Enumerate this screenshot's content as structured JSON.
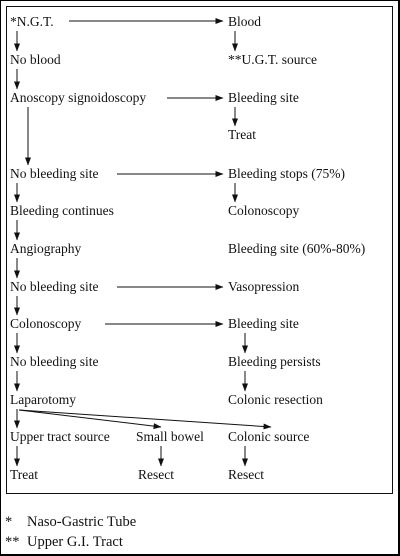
{
  "nodes": {
    "ngt": "*N.G.T.",
    "no_blood": "No blood",
    "anoscopy": "Anoscopy signoidoscopy",
    "no_bleeding_site_1": "No bleeding site",
    "bleeding_continues": "Bleeding continues",
    "angiography": "Angiography",
    "no_bleeding_site_2": "No bleeding site",
    "colonoscopy_left": "Colonoscopy",
    "no_bleeding_site_3": "No bleeding site",
    "laparotomy": "Laparotomy",
    "upper_tract_source": "Upper tract source",
    "treat_left": "Treat",
    "small_bowel": "Small bowel",
    "resect_middle": "Resect",
    "blood": "Blood",
    "ugt_source": "**U.G.T. source",
    "bleeding_site_1": "Bleeding site",
    "treat_right": "Treat",
    "bleeding_stops": "Bleeding stops (75%)",
    "colonoscopy_right": "Colonoscopy",
    "bleeding_site_pct": "Bleeding site (60%-80%)",
    "vasopression": "Vasopression",
    "bleeding_site_2": "Bleeding site",
    "bleeding_persists": "Bleeding persists",
    "colonic_resection": "Colonic resection",
    "colonic_source": "Colonic source",
    "resect_right": "Resect"
  },
  "legend": {
    "ngt_mark": "*",
    "ngt_text": "Naso-Gastric Tube",
    "ugi_mark": "**",
    "ugi_text": "Upper G.I. Tract"
  },
  "colors": {
    "ink": "#111111",
    "background": "#ffffff",
    "border": "#000000"
  }
}
